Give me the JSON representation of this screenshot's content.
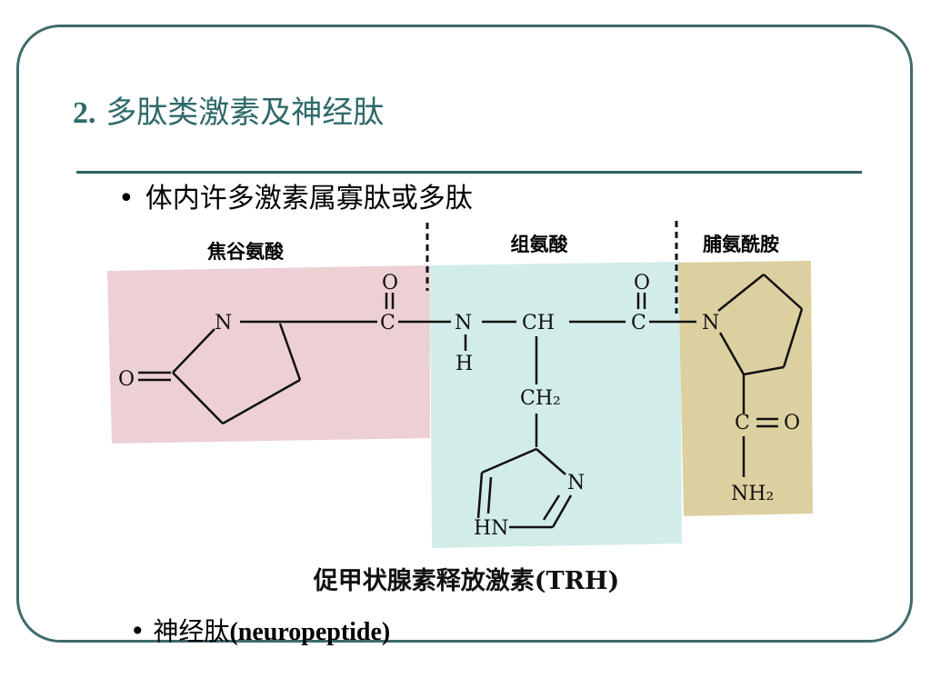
{
  "slide": {
    "title_number": "2.",
    "title_text": "多肽类激素及神经肽",
    "bullet1": "体内许多激素属寡肽或多肽",
    "bullet2_cn": "神经肽",
    "bullet2_en": "(neuropeptide)"
  },
  "diagram": {
    "sections": [
      {
        "label": "焦谷氨酸",
        "color": "#ecd0d4"
      },
      {
        "label": "组氨酸",
        "color": "#d2ecea"
      },
      {
        "label": "脯氨酰胺",
        "color": "#ddd0a0"
      }
    ],
    "atoms": {
      "n1": "N",
      "o1": "O",
      "c1": "C",
      "o_top1": "O",
      "n2": "N",
      "h": "H",
      "ch": "CH",
      "c2": "C",
      "o_top2": "O",
      "ch2": "CH₂",
      "n_ring": "N",
      "hn": "HN",
      "n3": "N",
      "c3": "C",
      "o3": "O",
      "nh2": "NH₂"
    },
    "caption": "促甲状腺素释放激素(TRH)"
  }
}
